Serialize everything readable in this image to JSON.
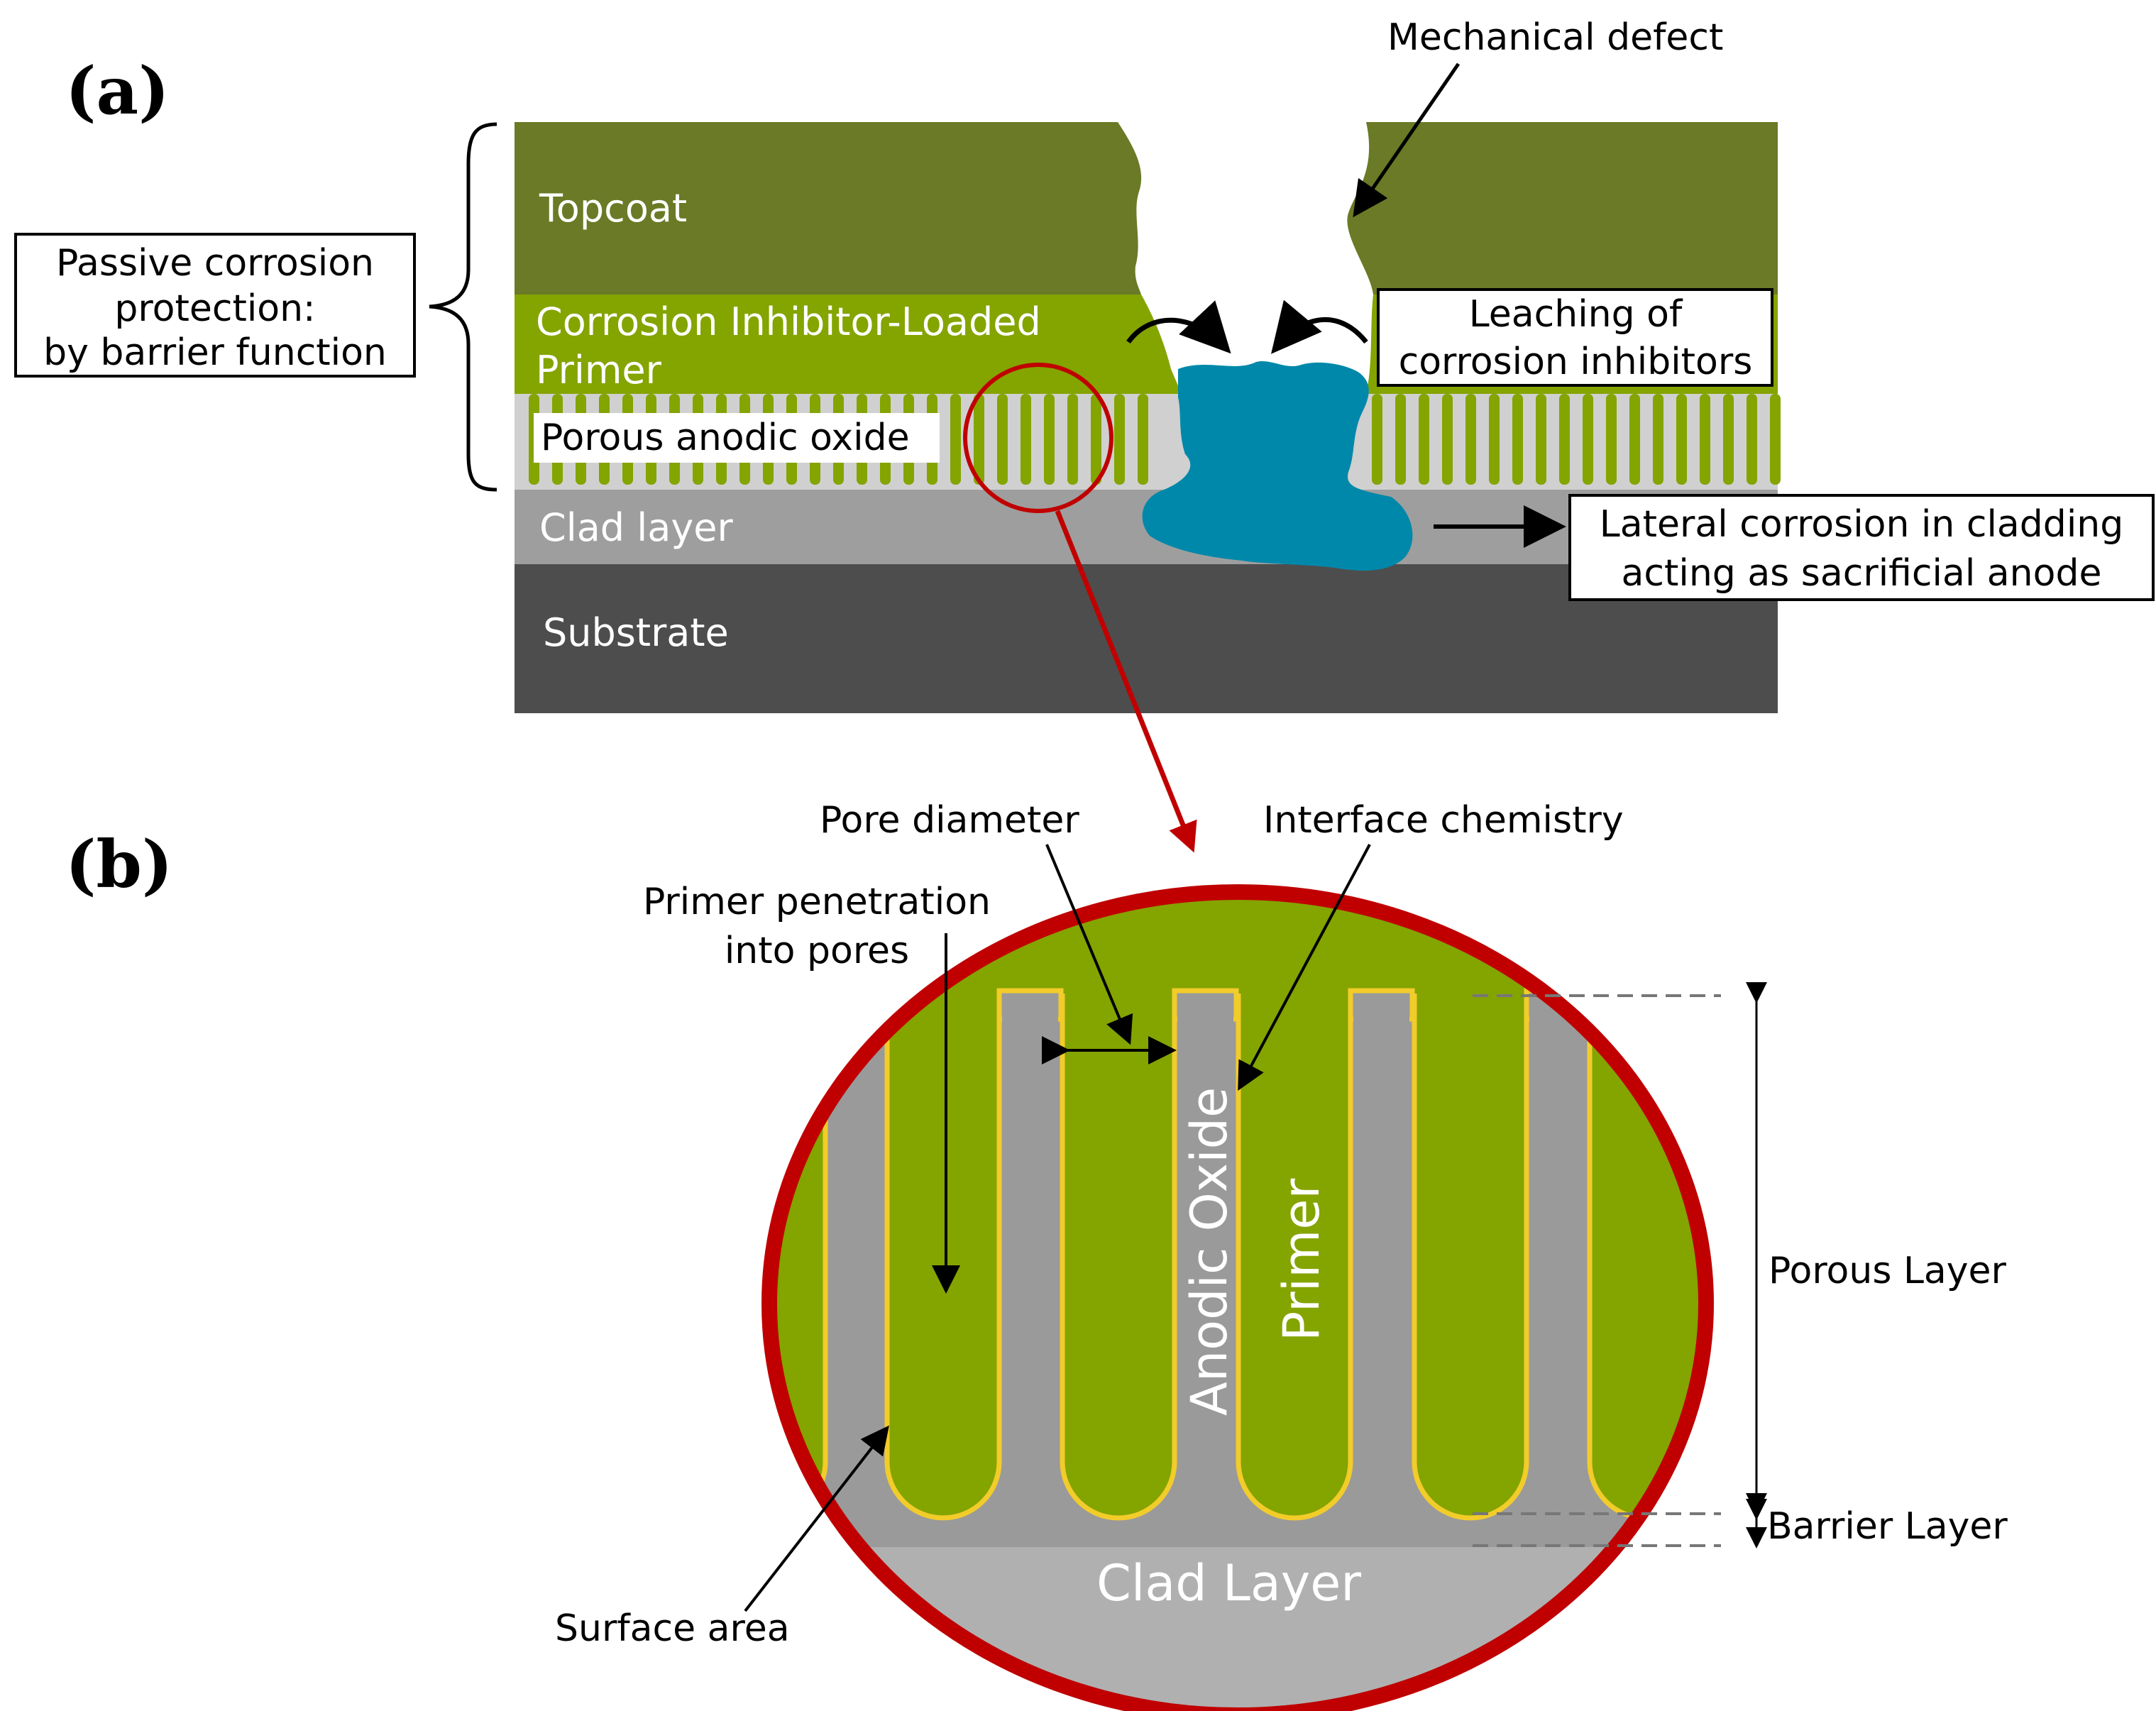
{
  "panels": {
    "a": "(a)",
    "b": "(b)"
  },
  "colors": {
    "topcoat": "#6a7a26",
    "primer": "#84a400",
    "oxide_bg": "#c8c8c8",
    "clad": "#9e9e9e",
    "substrate": "#4d4d4d",
    "corrosion": "#0088aa",
    "highlight": "#c00000",
    "interface": "#f2cc2a"
  },
  "panel_a": {
    "layers": {
      "topcoat": "Topcoat",
      "primer_line1": "Corrosion Inhibitor-Loaded",
      "primer_line2": "Primer",
      "oxide": "Porous anodic oxide",
      "clad": "Clad layer",
      "substrate": "Substrate"
    },
    "passive_box": [
      "Passive corrosion",
      "protection:",
      "by barrier function"
    ],
    "mechanical_defect": "Mechanical defect",
    "leaching_box": [
      "Leaching of",
      "corrosion inhibitors"
    ],
    "lateral_box": [
      "Lateral corrosion in cladding",
      "acting as sacrificial anode"
    ]
  },
  "panel_b": {
    "pore_diameter": "Pore diameter",
    "interface_chemistry": "Interface chemistry",
    "primer_penetration": [
      "Primer penetration",
      "into pores"
    ],
    "anodic_oxide": "Anodic Oxide",
    "primer": "Primer",
    "clad_layer": "Clad Layer",
    "surface_area": "Surface area",
    "porous_layer": "Porous Layer",
    "barrier_layer": "Barrier Layer"
  }
}
